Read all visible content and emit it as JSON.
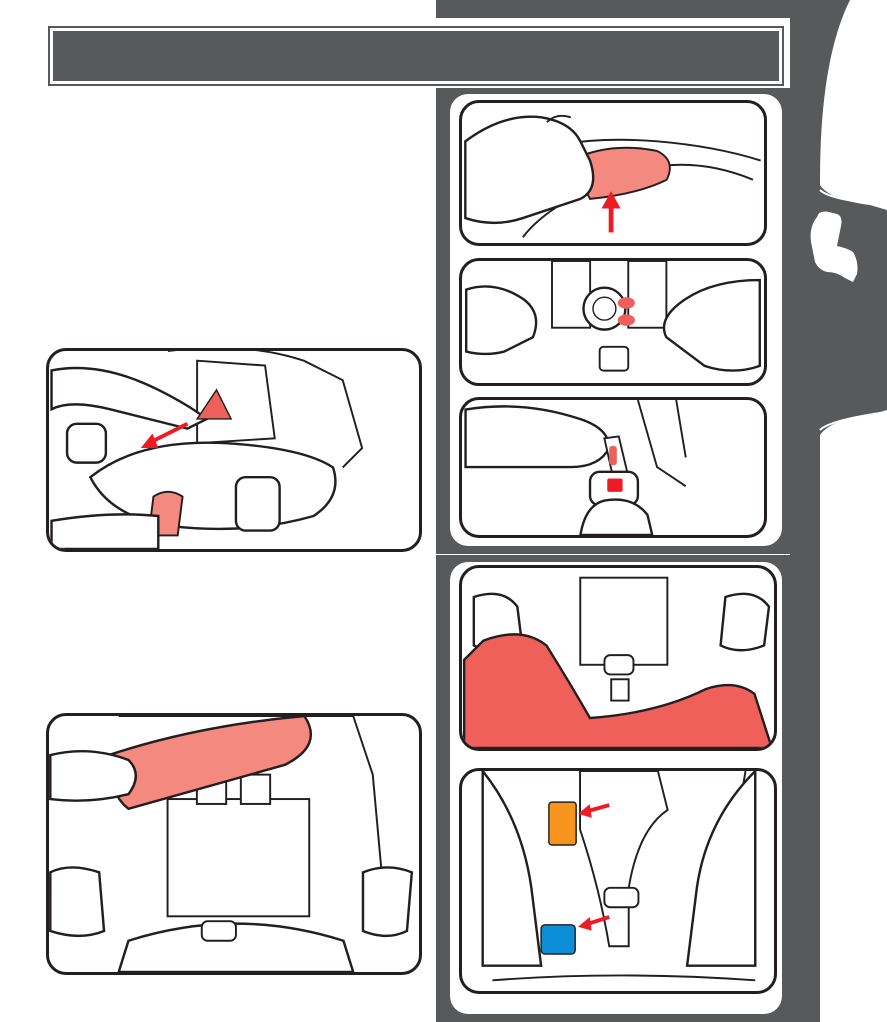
{
  "colors": {
    "dark_gray": "#58595b",
    "outline": "#231f20",
    "highlight_red": "#f0605a",
    "highlight_red_light": "#f3897f",
    "arrow_red": "#ed1c24",
    "tag_orange": "#f7941d",
    "tag_blue": "#0d8fd8"
  },
  "page": {
    "title_text": ""
  },
  "side_tab": {
    "icon": "car-seat-icon"
  },
  "illustrations": [
    {
      "id": "press-shoulder-release",
      "icon": "hand-pressing-release-icon"
    },
    {
      "id": "press-chest-clip",
      "icon": "chest-clip-icon"
    },
    {
      "id": "unbuckle-harness",
      "icon": "buckle-release-icon"
    },
    {
      "id": "remove-seat-pad",
      "icon": "seat-pad-icon"
    },
    {
      "id": "lift-back-pad",
      "icon": "back-pad-icon"
    },
    {
      "id": "remove-base-cover",
      "icon": "seat-cover-icon"
    },
    {
      "id": "locate-tags",
      "icon": "tag-locations-icon"
    }
  ]
}
